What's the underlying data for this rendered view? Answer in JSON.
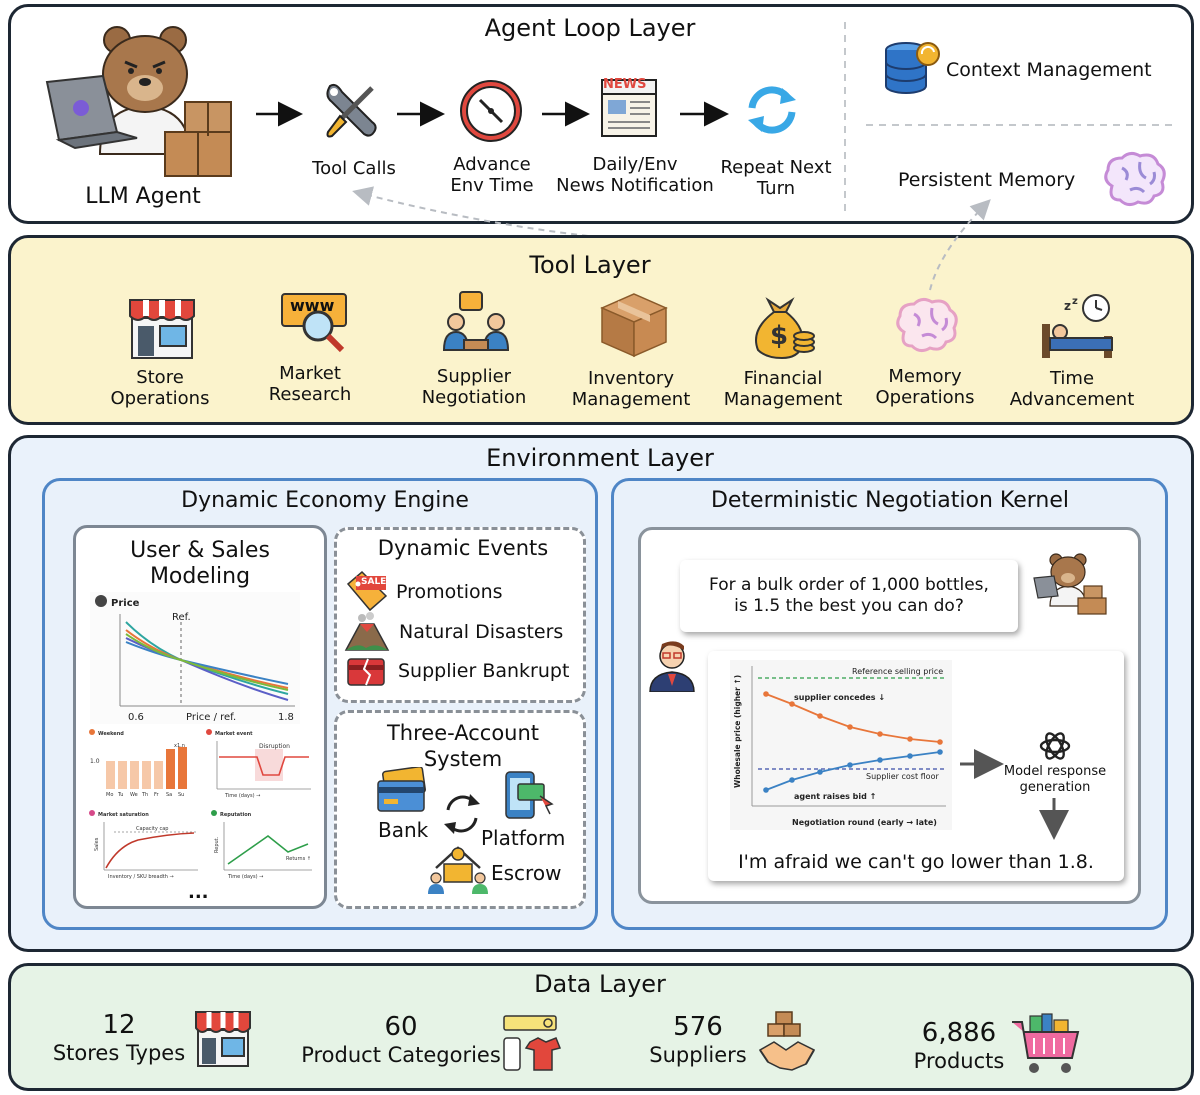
{
  "agent_loop": {
    "title": "Agent Loop Layer",
    "agent_label": "LLM Agent",
    "steps": [
      "Tool Calls",
      "Advance\nEnv Time",
      "Daily/Env\nNews Notification",
      "Repeat Next\nTurn"
    ],
    "news_badge": "NEWS",
    "context": "Context Management",
    "memory": "Persistent Memory"
  },
  "tool_layer": {
    "title": "Tool Layer",
    "tools": [
      "Store\nOperations",
      "Market\nResearch",
      "Supplier\nNegotiation",
      "Inventory\nManagement",
      "Financial\nManagement",
      "Memory\nOperations",
      "Time\nAdvancement"
    ],
    "www_label": "www"
  },
  "environment": {
    "title": "Environment Layer",
    "economy": {
      "title": "Dynamic Economy Engine",
      "modeling_title": "User & Sales\nModeling",
      "price_chart": {
        "legend": "Price",
        "ref_label": "Ref.",
        "x_left": "0.6",
        "x_mid": "Price / ref.",
        "x_right": "1.8"
      },
      "mini_charts": {
        "weekend": {
          "title": "Weekend",
          "y_tick": "1.0",
          "annotation": "x1.n",
          "days": [
            "Mo",
            "Tu",
            "We",
            "Th",
            "Fr",
            "Sa",
            "Su"
          ]
        },
        "market_event": {
          "title": "Market event",
          "annotation": "Disruption",
          "x_label": "Time (days) →"
        },
        "saturation": {
          "title": "Market saturation",
          "annotation": "Capacity cap",
          "y_label": "Sales",
          "x_label": "Inventory / SKU breadth →"
        },
        "reputation": {
          "title": "Reputation",
          "annotation": "Returns ↑",
          "y_label": "Reput.",
          "x_label": "Time (days) →"
        }
      },
      "ellipsis": "...",
      "events_title": "Dynamic Events",
      "events": [
        "Promotions",
        "Natural Disasters",
        "Supplier Bankrupt"
      ],
      "sale_tag": "SALE",
      "accounts_title": "Three-Account\nSystem",
      "accounts": [
        "Bank",
        "Platform",
        "Escrow"
      ]
    },
    "negotiation": {
      "title": "Deterministic Negotiation Kernel",
      "agent_message": "For a bulk order of 1,000 bottles,\nis 1.5 the best you can do?",
      "reply": "I'm afraid we can't go lower than 1.8.",
      "model_label": "Model response\ngeneration",
      "chart": {
        "reference_label": "Reference selling price",
        "floor_label": "Supplier cost floor",
        "concede_label": "supplier concedes ↓",
        "raise_label": "agent raises bid ↑",
        "ylabel": "Wholesale price (higher ↑)",
        "xlabel": "Negotiation round (early → late)"
      }
    }
  },
  "data_layer": {
    "title": "Data Layer",
    "stats": [
      {
        "num": "12",
        "label": "Stores Types"
      },
      {
        "num": "60",
        "label": "Product Categories"
      },
      {
        "num": "576",
        "label": "Suppliers"
      },
      {
        "num": "6,886",
        "label": "Products"
      }
    ]
  },
  "colors": {
    "tool_layer_bg": "#fbf3cc",
    "env_layer_bg": "#eaf2fb",
    "data_layer_bg": "#e6f3e6",
    "panel_border": "#4f86c6",
    "orange_series": "#e8763a",
    "blue_series": "#3b82c4"
  }
}
